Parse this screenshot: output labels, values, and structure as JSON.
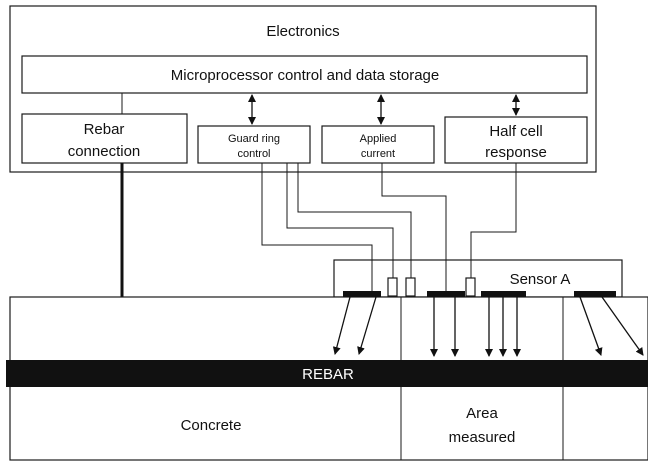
{
  "labels": {
    "electronics": "Electronics",
    "microprocessor": "Microprocessor control and data storage",
    "rebar_connection_1": "Rebar",
    "rebar_connection_2": "connection",
    "guard_ring_1": "Guard ring",
    "guard_ring_2": "control",
    "applied_current_1": "Applied",
    "applied_current_2": "current",
    "half_cell_1": "Half cell",
    "half_cell_2": "response",
    "sensor": "Sensor A",
    "rebar": "REBAR",
    "concrete": "Concrete",
    "area_measured_1": "Area",
    "area_measured_2": "measured"
  }
}
